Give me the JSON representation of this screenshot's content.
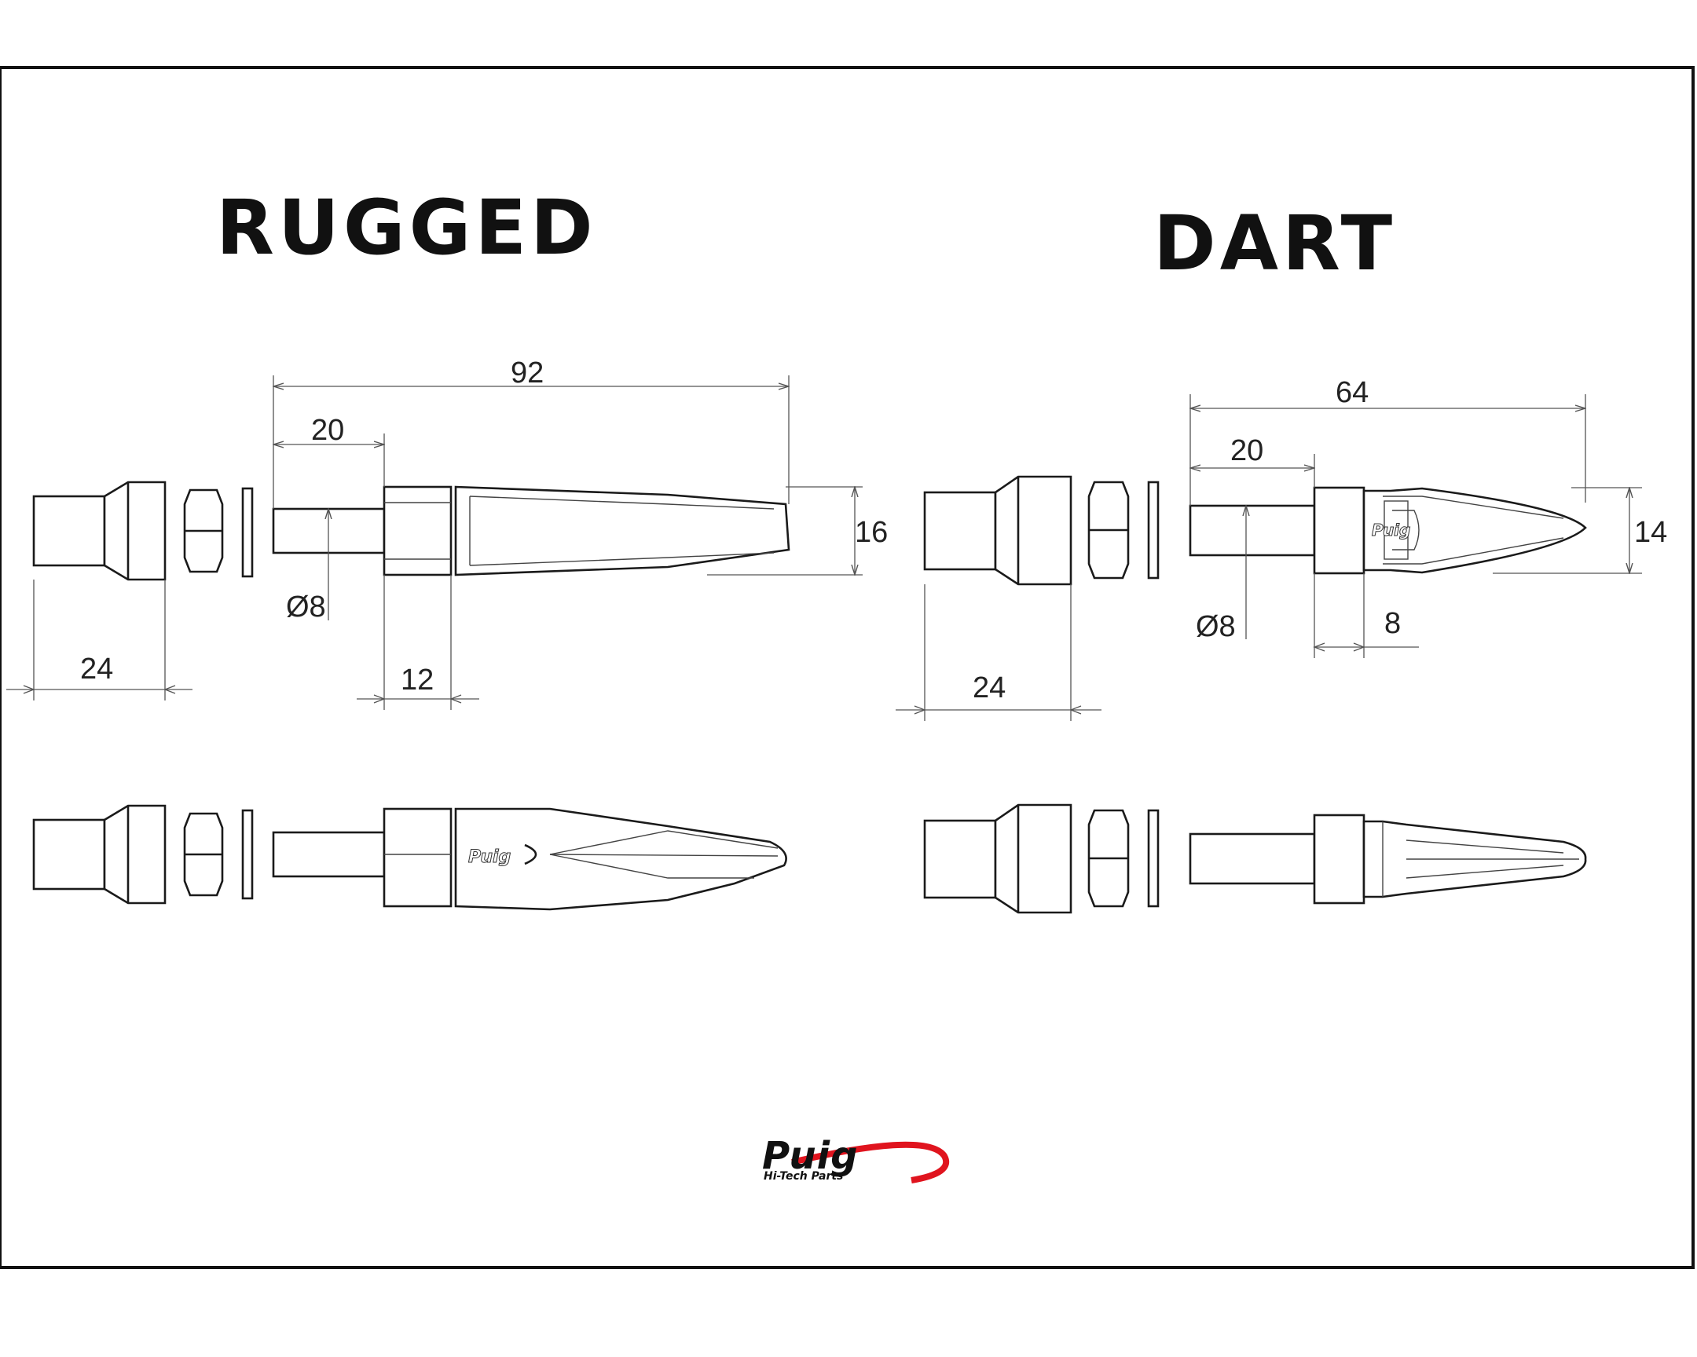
{
  "titles": {
    "left": "RUGGED",
    "right": "DART"
  },
  "rugged": {
    "overall_length": "92",
    "thread_length": "20",
    "body_diameter": "16",
    "thread_diameter": "Ø8",
    "adapter_length": "24",
    "collar_length": "12"
  },
  "dart": {
    "overall_length": "64",
    "thread_length": "20",
    "body_diameter": "14",
    "thread_diameter": "Ø8",
    "adapter_length": "24",
    "collar_length": "8"
  },
  "logo": {
    "name": "Puig",
    "tagline": "Hi-Tech Parts",
    "accent": "#e0141e"
  },
  "part_marking": "Puig",
  "colors": {
    "line": "#1a1a1a",
    "frame": "#111111",
    "background": "#ffffff"
  }
}
